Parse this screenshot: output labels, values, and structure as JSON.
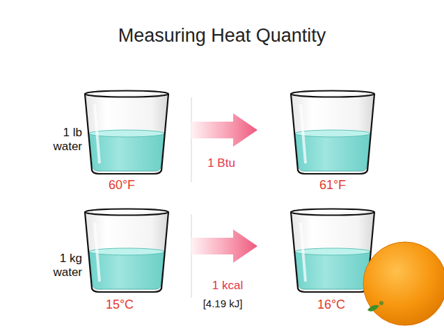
{
  "diagram": {
    "title": "Measuring Heat Quantity",
    "labels": [
      "1 lb water",
      "60°F",
      "1 Btu",
      "61°F",
      "1 kg water",
      "15°C",
      "1 kcal",
      "[4.19 kJ]",
      "16°C"
    ]
  }
}
